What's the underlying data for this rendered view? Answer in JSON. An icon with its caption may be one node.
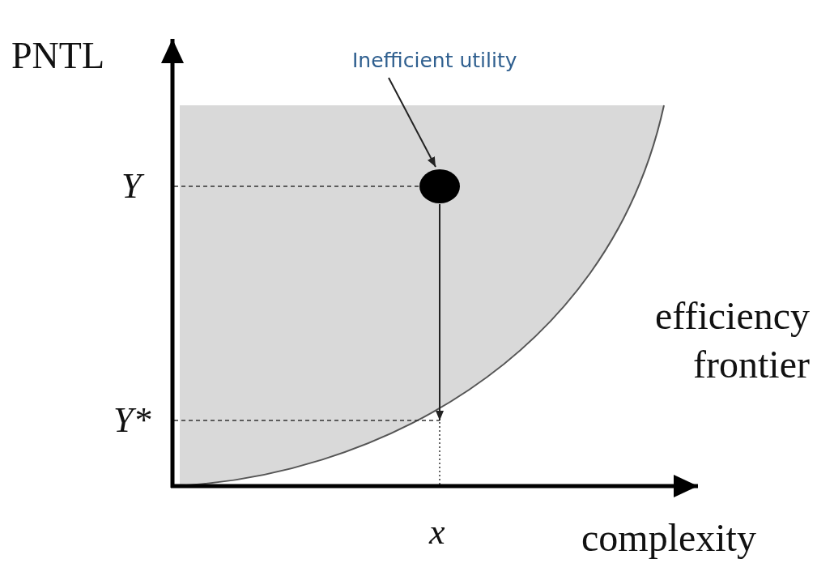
{
  "diagram": {
    "nodes": [
      {
        "text": [
          "Inefficient utility"
        ]
      },
      {
        "text": [],
        "shape": "circle"
      }
    ],
    "edges": [
      {
        "from": 0,
        "to": 1,
        "arrow": "to"
      },
      {
        "from": 1,
        "to": null,
        "arrow": "to"
      }
    ],
    "labels": [
      "PNTL",
      "Y",
      "efficiency frontier",
      "Y*",
      "x",
      "complexity"
    ]
  }
}
